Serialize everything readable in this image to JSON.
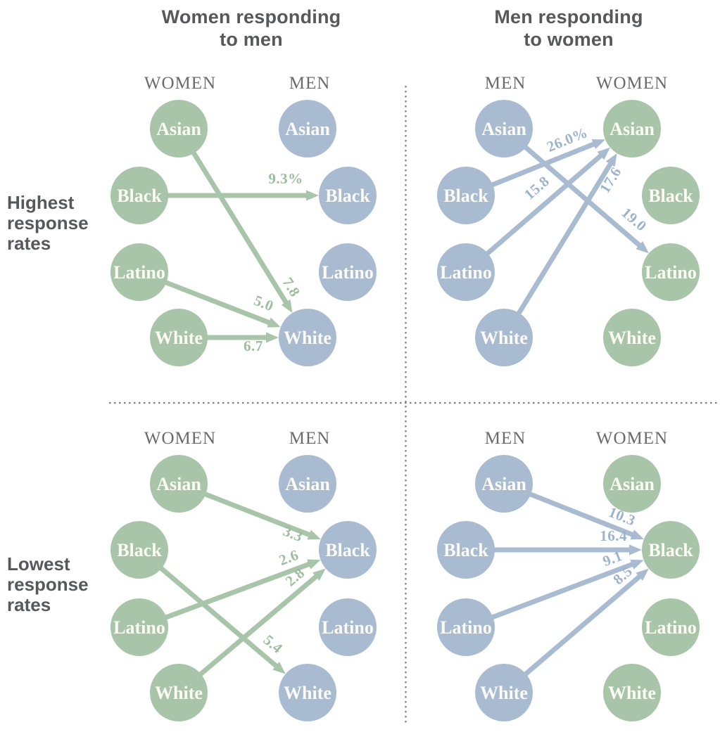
{
  "titles": {
    "left": [
      "Women responding",
      "to men"
    ],
    "right": [
      "Men responding",
      "to women"
    ]
  },
  "row_labels": {
    "top": [
      "Highest",
      "response",
      "rates"
    ],
    "bottom": [
      "Lowest",
      "response",
      "rates"
    ]
  },
  "groups": [
    "Asian",
    "Black",
    "Latino",
    "White"
  ],
  "colors": {
    "women": "#a9c5a9",
    "men": "#a9bbd0",
    "women_text": "#9dbd9e",
    "men_text": "#9db3cc",
    "heading": "#57585b",
    "column_header": "#6a6a6a",
    "node_text": "#fbfbf4",
    "divider": "#7d7d7d"
  },
  "panels": [
    {
      "id": "women-to-men-highest",
      "row": "top",
      "col": "left",
      "left_header": "WOMEN",
      "right_header": "MEN",
      "left_group": "women",
      "right_group": "men",
      "arrows": [
        {
          "from": "Black",
          "to": "Black",
          "value": "9.3%",
          "lt": 0.85,
          "lo": 17
        },
        {
          "from": "Asian",
          "to": "White",
          "value": "7.8",
          "lt": 0.94,
          "lo": 11
        },
        {
          "from": "Latino",
          "to": "White",
          "value": "5.0",
          "lt": 0.89,
          "lo": 16
        },
        {
          "from": "White",
          "to": "White",
          "value": "6.7",
          "lt": 0.78,
          "lo": -19
        }
      ]
    },
    {
      "id": "men-to-women-highest",
      "row": "top",
      "col": "right",
      "left_header": "MEN",
      "right_header": "WOMEN",
      "left_group": "men",
      "right_group": "women",
      "arrows": [
        {
          "from": "Black",
          "to": "Asian",
          "value": "26.0%",
          "lt": 0.79,
          "lo": 13
        },
        {
          "from": "Latino",
          "to": "Asian",
          "value": "15.8",
          "lt": 0.54,
          "lo": 18
        },
        {
          "from": "White",
          "to": "Asian",
          "value": "17.6",
          "lt": 0.92,
          "lo": -19
        },
        {
          "from": "Asian",
          "to": "Latino",
          "value": "19.0",
          "lt": 0.86,
          "lo": 16
        }
      ]
    },
    {
      "id": "women-to-men-lowest",
      "row": "bottom",
      "col": "left",
      "left_header": "WOMEN",
      "right_header": "MEN",
      "left_group": "women",
      "right_group": "men",
      "arrows": [
        {
          "from": "Asian",
          "to": "Black",
          "value": "3.3",
          "lt": 0.86,
          "lo": -14
        },
        {
          "from": "Latino",
          "to": "Black",
          "value": "2.6",
          "lt": 0.89,
          "lo": 12
        },
        {
          "from": "White",
          "to": "Black",
          "value": "2.8",
          "lt": 0.89,
          "lo": 12
        },
        {
          "from": "Black",
          "to": "White",
          "value": "5.4",
          "lt": 0.89,
          "lo": 14
        }
      ]
    },
    {
      "id": "men-to-women-lowest",
      "row": "bottom",
      "col": "right",
      "left_header": "MEN",
      "right_header": "WOMEN",
      "left_group": "men",
      "right_group": "women",
      "arrows": [
        {
          "from": "Asian",
          "to": "Black",
          "value": "10.3",
          "lt": 0.85,
          "lo": 12
        },
        {
          "from": "Black",
          "to": "Black",
          "value": "16.4",
          "lt": 0.88,
          "lo": 13
        },
        {
          "from": "Latino",
          "to": "Black",
          "value": "9.1",
          "lt": 0.89,
          "lo": 11
        },
        {
          "from": "White",
          "to": "Black",
          "value": "8.5",
          "lt": 0.92,
          "lo": 10
        }
      ]
    }
  ]
}
